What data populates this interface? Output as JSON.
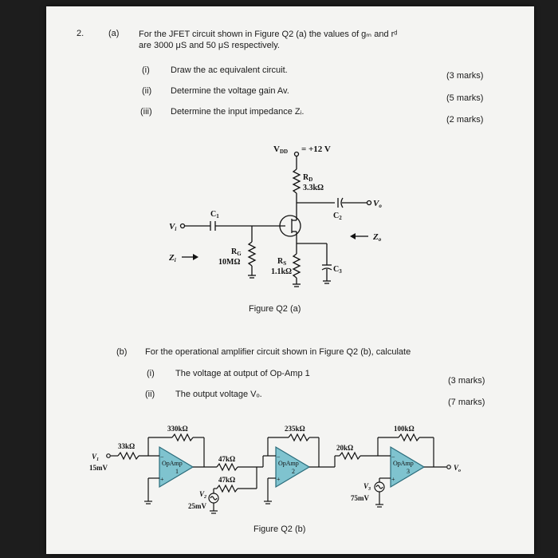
{
  "question": {
    "number": "2.",
    "part_a": {
      "label": "(a)",
      "stem_line1": "For the JFET circuit shown in Figure Q2 (a) the values of gₘ and rᵈ",
      "stem_line2": "are 3000 μS and 50 μS respectively.",
      "items": [
        {
          "num": "(i)",
          "text": "Draw the ac equivalent circuit.",
          "marks": "(3 marks)"
        },
        {
          "num": "(ii)",
          "text": "Determine the voltage gain Av.",
          "marks": "(5 marks)"
        },
        {
          "num": "(iii)",
          "text": "Determine the input impedance Zᵢ.",
          "marks": "(2 marks)"
        }
      ],
      "figure": {
        "caption": "Figure Q2 (a)",
        "vdd": "V",
        "vdd_sub": "DD",
        "vdd_value": "= +12 V",
        "rd": "R",
        "rd_sub": "D",
        "rd_value": "3.3kΩ",
        "rg": "R",
        "rg_sub": "G",
        "rg_value": "10MΩ",
        "rs": "R",
        "rs_sub": "S",
        "rs_value": "1.1kΩ",
        "c1": "C",
        "c1_sub": "1",
        "c2": "C",
        "c2_sub": "2",
        "c3": "C",
        "c3_sub": "3",
        "vi": "V",
        "vi_sub": "i",
        "vo": "V",
        "vo_sub": "o",
        "zi": "Z",
        "zi_sub": "i",
        "zo": "Z",
        "zo_sub": "o"
      }
    },
    "part_b": {
      "label": "(b)",
      "stem": "For the operational amplifier circuit shown in Figure Q2 (b), calculate",
      "items": [
        {
          "num": "(i)",
          "text": "The voltage at output of Op-Amp 1",
          "marks": "(3 marks)"
        },
        {
          "num": "(ii)",
          "text": "The output voltage Vₒ.",
          "marks": "(7 marks)"
        }
      ],
      "figure": {
        "caption": "Figure Q2 (b)",
        "r_330": "330kΩ",
        "r_33": "33kΩ",
        "r_47a": "47kΩ",
        "r_47b": "47kΩ",
        "r_235": "235kΩ",
        "r_20": "20kΩ",
        "r_100": "100kΩ",
        "v1": "V",
        "v1_sub": "1",
        "v1_value": "15mV",
        "v2": "V",
        "v2_sub": "2",
        "v2_value": "25mV",
        "v3": "V",
        "v3_sub": "3",
        "v3_value": "75mV",
        "opamp": "OpAmp",
        "opamp1_num": "1",
        "opamp2_num": "2",
        "opamp3_num": "3",
        "minus": "−",
        "plus": "+",
        "vo": "V",
        "vo_sub": "o"
      }
    }
  }
}
